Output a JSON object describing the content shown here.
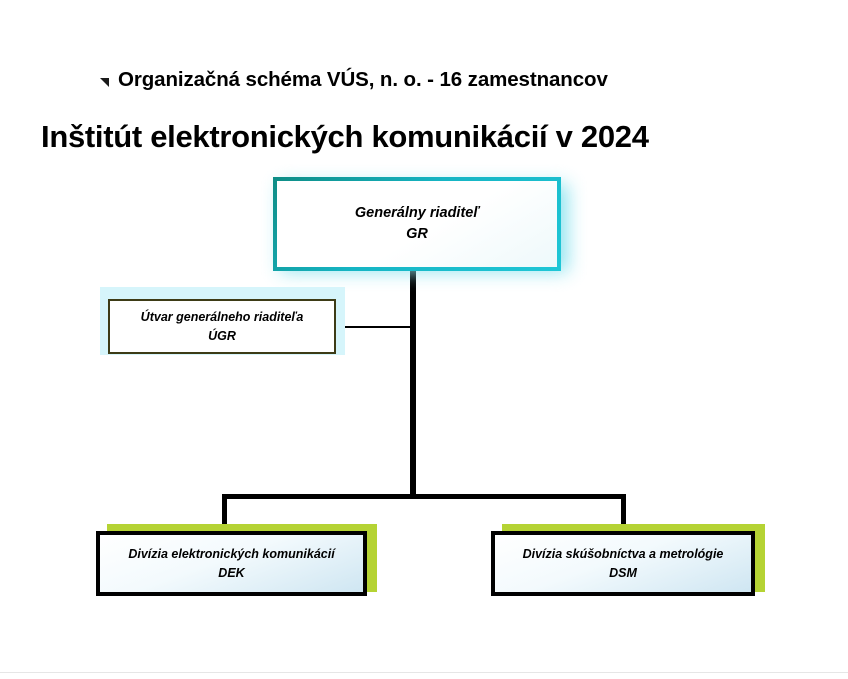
{
  "slide": {
    "subtitle": "Organizačná schéma VÚS, n. o. - 16 zamestnancov",
    "subtitle_bullet_icon": "triangle-bullet-icon",
    "title": "Inštitút elektronických komunikácií  v 2024"
  },
  "chart_data": {
    "type": "diagram",
    "diagram_kind": "org-chart",
    "title": "Inštitút elektronických komunikácií  v 2024",
    "subtitle": "Organizačná schéma VÚS, n. o. - 16 zamestnancov",
    "headcount": 16,
    "year": 2024,
    "nodes": [
      {
        "id": "gr",
        "level": 0,
        "name": "Generálny riaditeľ",
        "abbr": "GR",
        "border_color": "#16b5c4",
        "shadow_color": "#8fe3ef",
        "shape": "rectangle"
      },
      {
        "id": "ugr",
        "level": 1,
        "relation": "staff",
        "name": "Útvar generálneho riaditeľa",
        "abbr": "ÚGR",
        "border_color": "#3d3b16",
        "shadow_color": "#d6f5fb",
        "shape": "rectangle"
      },
      {
        "id": "dek",
        "level": 1,
        "relation": "line",
        "name": "Divízia elektronických komunikácií",
        "abbr": "DEK",
        "border_color": "#000000",
        "shadow_color": "#b5d334",
        "shape": "rectangle"
      },
      {
        "id": "dsm",
        "level": 1,
        "relation": "line",
        "name": "Divízia skúšobníctva a metrológie",
        "abbr": "DSM",
        "border_color": "#000000",
        "shadow_color": "#b5d334",
        "shape": "rectangle"
      }
    ],
    "edges": [
      {
        "from": "gr",
        "to": "ugr",
        "style": "thin-side-branch"
      },
      {
        "from": "gr",
        "to": "dek",
        "style": "thick-orthogonal"
      },
      {
        "from": "gr",
        "to": "dsm",
        "style": "thick-orthogonal"
      }
    ],
    "connector_color": "#000000",
    "background": "#ffffff"
  }
}
